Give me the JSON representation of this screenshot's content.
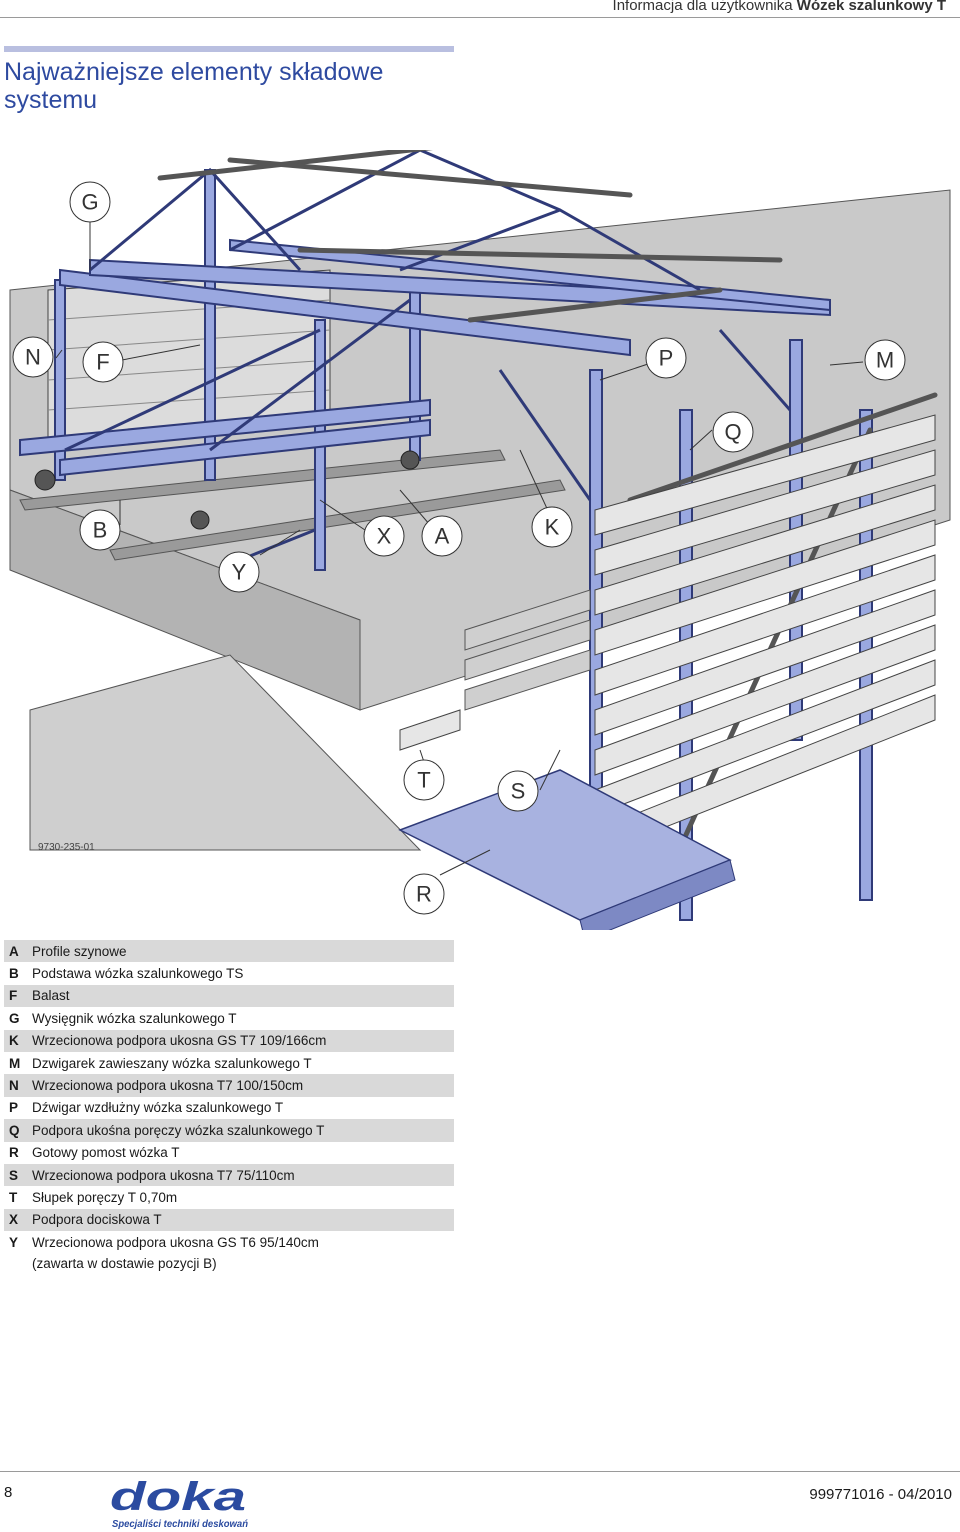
{
  "header": {
    "prefix": "Informacja dla użytkownika",
    "product": "Wózek szalunkowy T"
  },
  "title": "Najważniejsze elementy składowe systemu",
  "figure": {
    "id": "9730-235-01",
    "callouts": [
      "G",
      "N",
      "F",
      "P",
      "M",
      "Q",
      "B",
      "X",
      "A",
      "K",
      "Y",
      "T",
      "S",
      "R"
    ]
  },
  "legend": [
    {
      "key": "A",
      "text": "Profile szynowe"
    },
    {
      "key": "B",
      "text": "Podstawa wózka szalunkowego TS"
    },
    {
      "key": "F",
      "text": "Balast"
    },
    {
      "key": "G",
      "text": "Wysięgnik wózka szalunkowego T"
    },
    {
      "key": "K",
      "text": "Wrzecionowa podpora ukosna GS T7 109/166cm"
    },
    {
      "key": "M",
      "text": "Dzwigarek zawieszany wózka szalunkowego T"
    },
    {
      "key": "N",
      "text": "Wrzecionowa podpora ukosna T7 100/150cm"
    },
    {
      "key": "P",
      "text": "Dźwigar wzdłużny wózka szalunkowego T"
    },
    {
      "key": "Q",
      "text": "Podpora ukośna poręczy wózka szalunkowego T"
    },
    {
      "key": "R",
      "text": "Gotowy pomost wózka T"
    },
    {
      "key": "S",
      "text": "Wrzecionowa podpora ukosna T7 75/110cm"
    },
    {
      "key": "T",
      "text": "Słupek poręczy T 0,70m"
    },
    {
      "key": "X",
      "text": "Podpora dociskowa T"
    },
    {
      "key": "Y",
      "text": "Wrzecionowa podpora ukosna GS T6 95/140cm"
    }
  ],
  "legend_continuation": "(zawarta w dostawie pozycji B)",
  "footer": {
    "page": "8",
    "doc_number": "999771016 - 04/2010",
    "logo_word": "doka",
    "slogan": "Specjaliści techniki deskowań",
    "logo_color": "#2b4ba0"
  }
}
